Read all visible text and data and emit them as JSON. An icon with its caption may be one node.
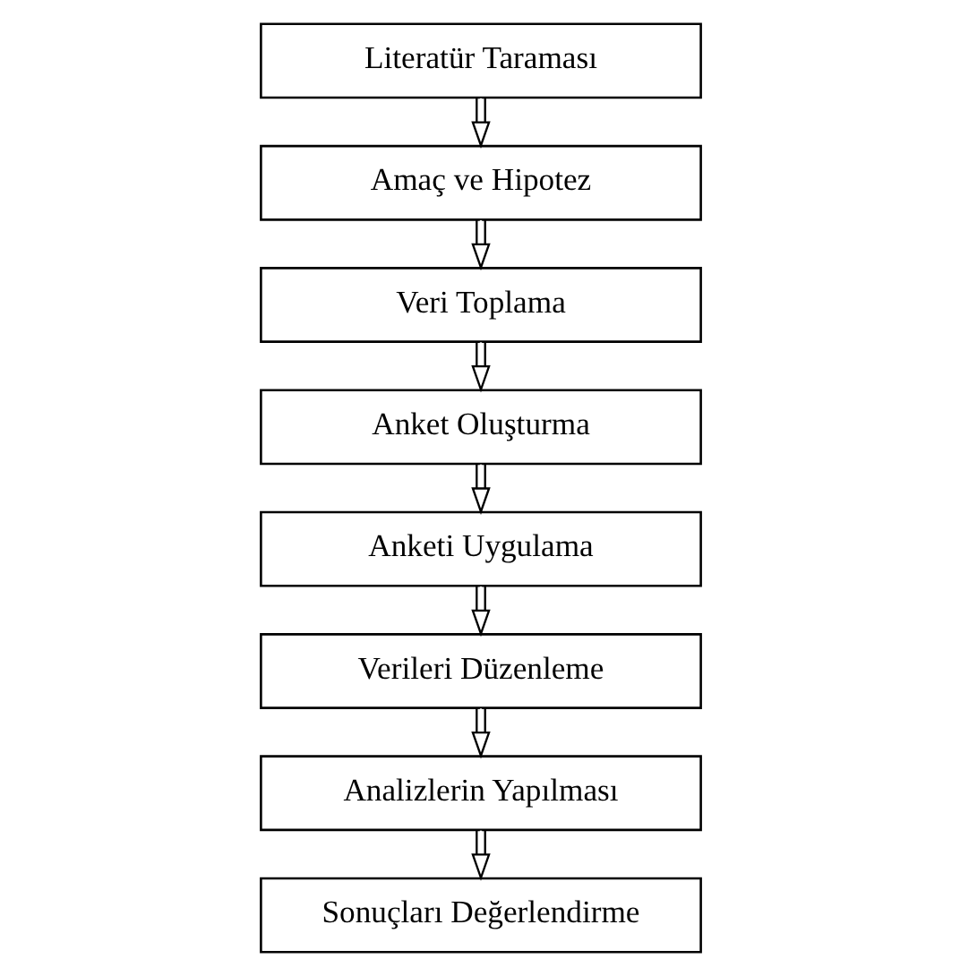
{
  "diagram": {
    "nodes": [
      {
        "text": [
          "Literatür Taraması"
        ]
      },
      {
        "text": [
          "Amaç ve Hipotez"
        ]
      },
      {
        "text": [
          "Veri Toplama"
        ]
      },
      {
        "text": [
          "Anket Oluşturma"
        ]
      },
      {
        "text": [
          "Anketi Uygulama"
        ]
      },
      {
        "text": [
          "Verileri Düzenleme"
        ]
      },
      {
        "text": [
          "Analizlerin Yapılması"
        ]
      },
      {
        "text": [
          "Sonuçları Değerlendirme"
        ]
      }
    ],
    "edges": [
      {
        "from": 0,
        "to": 1,
        "arrow": "to"
      },
      {
        "from": 1,
        "to": 2,
        "arrow": "to"
      },
      {
        "from": 2,
        "to": 3,
        "arrow": "to"
      },
      {
        "from": 3,
        "to": 4,
        "arrow": "to"
      },
      {
        "from": 4,
        "to": 5,
        "arrow": "to"
      },
      {
        "from": 5,
        "to": 6,
        "arrow": "to"
      },
      {
        "from": 6,
        "to": 7,
        "arrow": "to"
      }
    ]
  }
}
